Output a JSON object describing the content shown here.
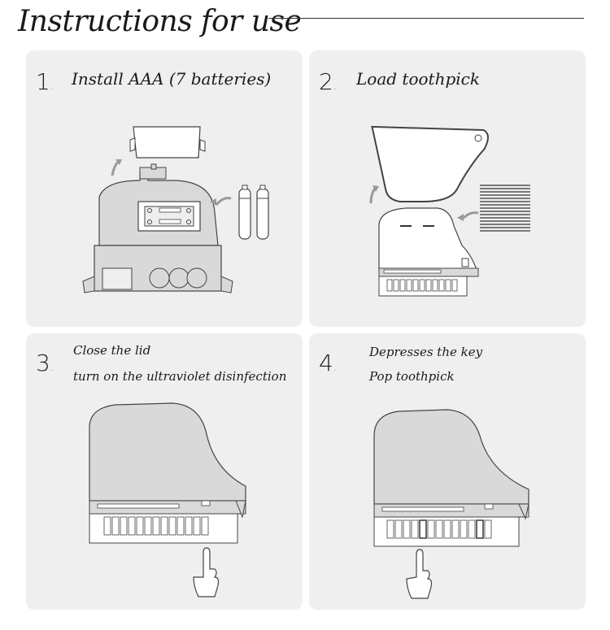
{
  "title": "Instructions for use",
  "steps": [
    {
      "number": "1",
      "dot": ".",
      "lines": [
        "Install AAA (7 batteries)"
      ]
    },
    {
      "number": "2",
      "dot": ".",
      "lines": [
        "Load toothpick"
      ]
    },
    {
      "number": "3",
      "dot": ".",
      "lines": [
        "Close the lid",
        "turn on the ultraviolet disinfection"
      ]
    },
    {
      "number": "4",
      "dot": ".",
      "lines": [
        "Depresses the key",
        "Pop toothpick"
      ]
    }
  ]
}
